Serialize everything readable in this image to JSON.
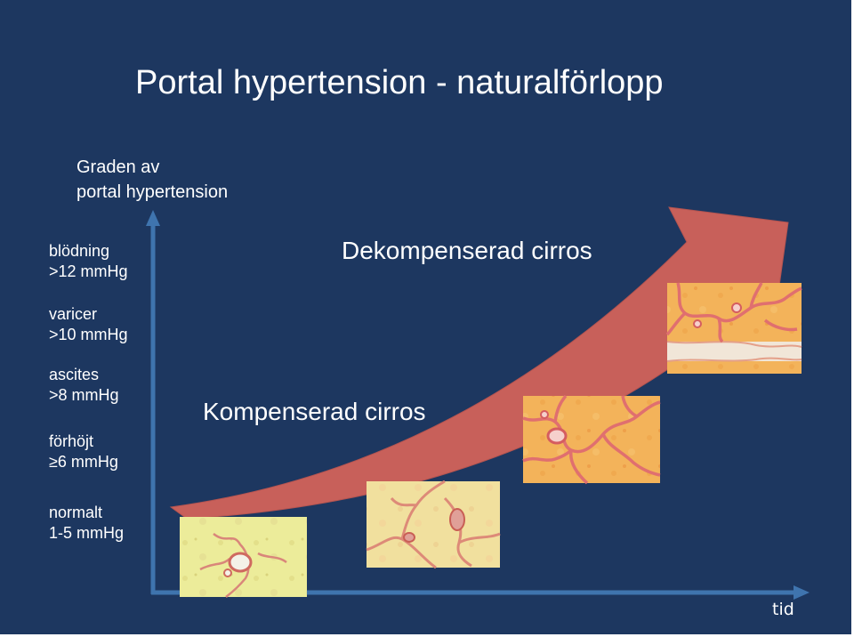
{
  "title": "Portal hypertension - naturalförlopp",
  "y_axis_label": "Graden av\nportal hypertension",
  "levels": [
    {
      "name": "blödning",
      "value": ">12 mmHg"
    },
    {
      "name": "varicer",
      "value": ">10 mmHg"
    },
    {
      "name": "ascites",
      "value": ">8 mmHg"
    },
    {
      "name": "förhöjt",
      "value": "≥6 mmHg"
    },
    {
      "name": "normalt",
      "value": "1-5 mmHg"
    }
  ],
  "stages": {
    "decompensated": "Dekompenserad cirros",
    "compensated": "Kompenserad cirros"
  },
  "x_axis_label": "tid",
  "colors": {
    "background": "#1d3760",
    "arrow": "#c8605a",
    "axis": "#3f74ae",
    "text": "#ffffff"
  },
  "images": [
    {
      "name": "normal-liver-histology",
      "tone": "pale-green"
    },
    {
      "name": "early-fibrosis-histology",
      "tone": "beige"
    },
    {
      "name": "compensated-cirrhosis-histology",
      "tone": "orange"
    },
    {
      "name": "decompensated-cirrhosis-histology",
      "tone": "orange"
    }
  ]
}
